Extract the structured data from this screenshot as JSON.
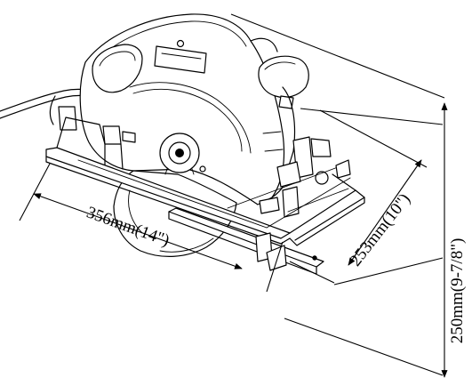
{
  "dimensions": {
    "length_label": "356mm(14\")",
    "width_label": "253mm(10\")",
    "height_label": "250mm(9-7/8\")"
  },
  "colors": {
    "line": "#000000",
    "background": "#ffffff"
  }
}
